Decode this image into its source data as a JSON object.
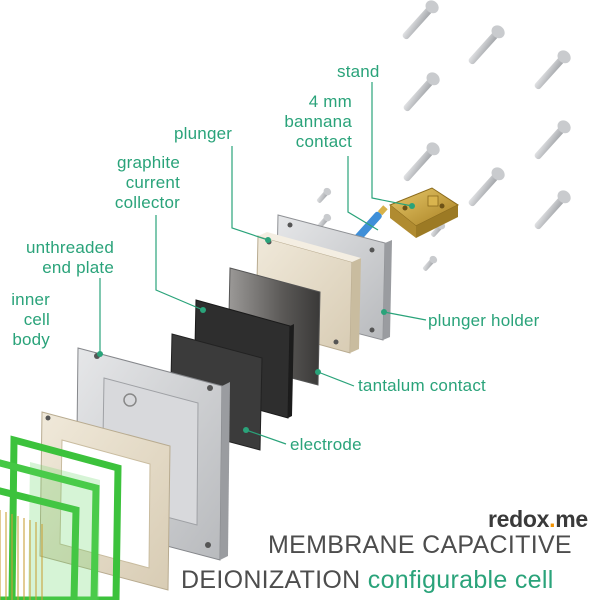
{
  "labels": {
    "stand": "stand",
    "banana_contact": [
      "4 mm",
      "bannana",
      "contact"
    ],
    "plunger": "plunger",
    "graphite_current_collector": [
      "graphite",
      "current",
      "collector"
    ],
    "unthreaded_end_plate": [
      "unthreaded",
      "end plate"
    ],
    "inner_cell_body": [
      "inner",
      "cell",
      "body"
    ],
    "plunger_holder": "plunger holder",
    "tantalum_contact": "tantalum contact",
    "electrode": "electrode"
  },
  "brand": {
    "name_left": "redox",
    "name_dot": ".",
    "name_right": "me"
  },
  "title": {
    "line1": "MEMBRANE CAPACITIVE",
    "line2_main": "DEIONIZATION",
    "line2_accent": "configurable cell"
  },
  "colors": {
    "label_accent": "#2aa37a",
    "title_text": "#4d4d4d",
    "brand_dot": "#f39200",
    "leader_line": "#2aa37a",
    "membrane_green": "#3cc23c",
    "end_plate": "#c9cacc",
    "inner_body": "#e6dcc8",
    "graphite": "#3a3a3a",
    "stand_brass": "#c9a23a"
  }
}
